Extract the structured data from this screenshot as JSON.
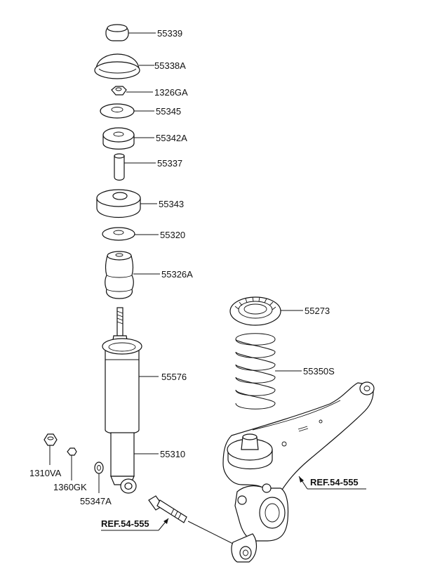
{
  "parts": [
    {
      "id": "p1",
      "label": "55339"
    },
    {
      "id": "p2",
      "label": "55338A"
    },
    {
      "id": "p3",
      "label": "1326GA"
    },
    {
      "id": "p4",
      "label": "55345"
    },
    {
      "id": "p5",
      "label": "55342A"
    },
    {
      "id": "p6",
      "label": "55337"
    },
    {
      "id": "p7",
      "label": "55343"
    },
    {
      "id": "p8",
      "label": "55320"
    },
    {
      "id": "p9",
      "label": "55326A"
    },
    {
      "id": "p10",
      "label": "55273"
    },
    {
      "id": "p11",
      "label": "55576"
    },
    {
      "id": "p12",
      "label": "55350S"
    },
    {
      "id": "p13",
      "label": "55310"
    },
    {
      "id": "p14",
      "label": "1310VA"
    },
    {
      "id": "p15",
      "label": "1360GK"
    },
    {
      "id": "p16",
      "label": "55347A"
    }
  ],
  "refs": {
    "ref_left": "REF.54-555",
    "ref_right": "REF.54-555"
  }
}
